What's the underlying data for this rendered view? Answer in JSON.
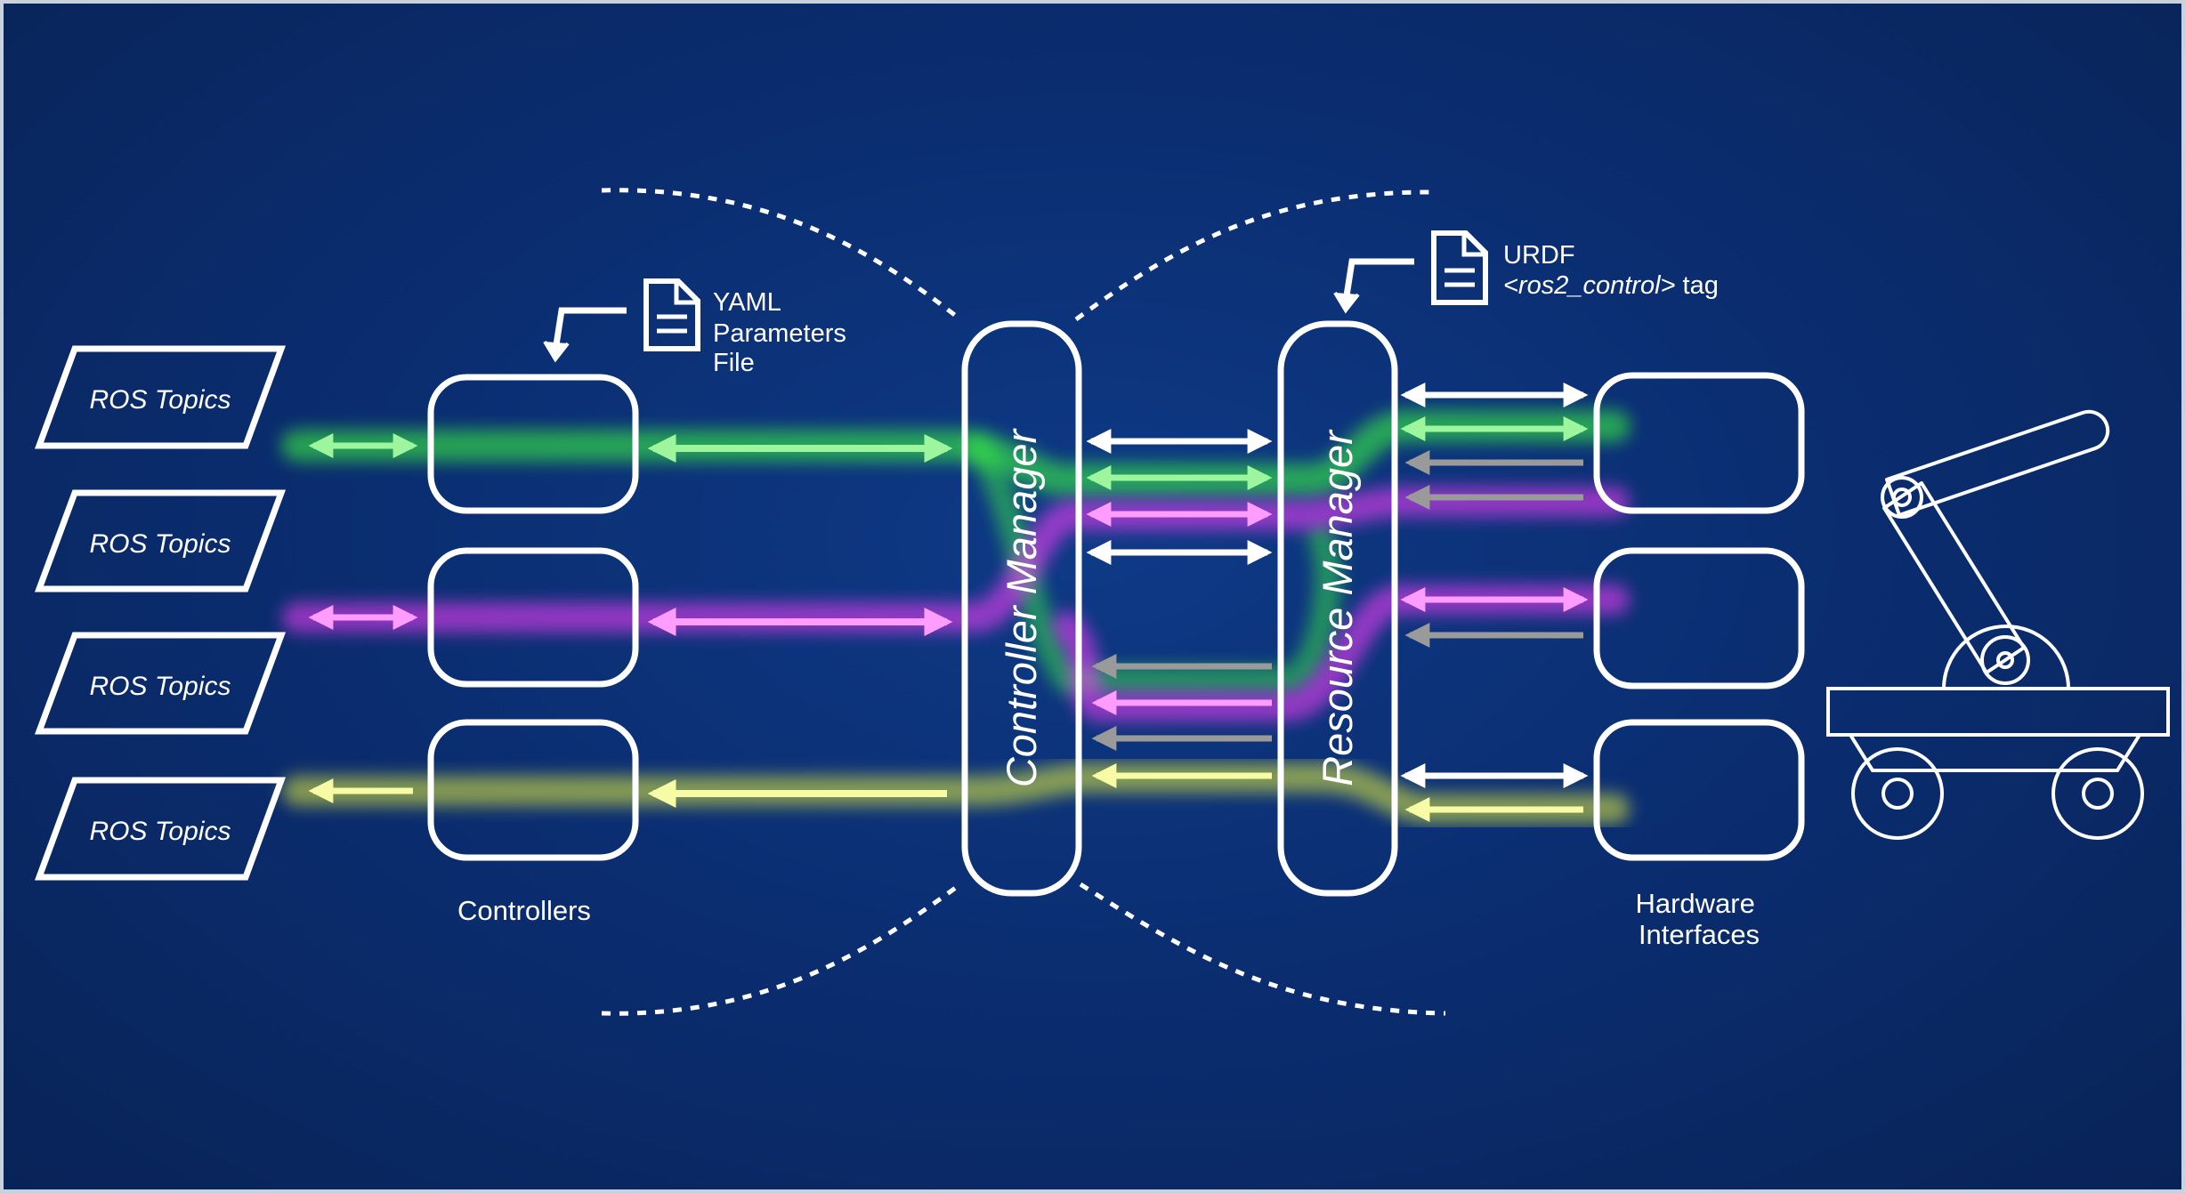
{
  "ros_topics": [
    "ROS Topics",
    "ROS Topics",
    "ROS Topics",
    "ROS Topics"
  ],
  "controllers_label": "Controllers",
  "controller_manager_label": "Controller Manager",
  "resource_manager_label": "Resource Manager",
  "hardware_label_lines": [
    "Hardware",
    "Interfaces"
  ],
  "yaml_note_lines": [
    "YAML",
    "Parameters",
    "File"
  ],
  "urdf_note": {
    "line1": "URDF",
    "tag": "<ros2_control>",
    "tag_suffix": " tag"
  },
  "icons": {
    "document": "document-icon",
    "corner_arrow": "corner-arrow-icon",
    "robot": "mobile-robot-arm-icon"
  },
  "colors": {
    "background": "#0b2e72",
    "outline": "#ffffff",
    "green": "#3dff3d",
    "magenta": "#ff3dff",
    "yellow": "#e8f23a",
    "gray": "#9a9a9a"
  }
}
